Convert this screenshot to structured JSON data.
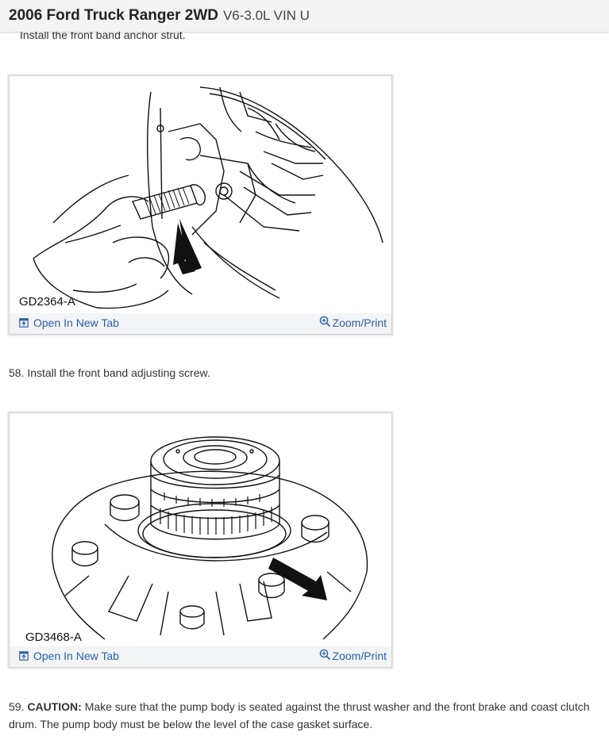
{
  "header": {
    "title": "2006 Ford Truck Ranger 2WD",
    "subtitle": "V6-3.0L VIN U"
  },
  "steps": {
    "intro_text": "Install the front band anchor strut.",
    "step58": "58. Install the front band adjusting screw.",
    "step59_number": "59.",
    "step59_caution": "CAUTION:",
    "step59_text": "Make sure that the pump body is seated against the thrust washer and the front brake and coast clutch drum. The pump body must be below the level of the case gasket surface."
  },
  "figures": [
    {
      "label": "GD2364-A",
      "open_label": "Open In New Tab",
      "zoom_label": "Zoom/Print"
    },
    {
      "label": "GD3468-A",
      "open_label": "Open In New Tab",
      "zoom_label": "Zoom/Print"
    }
  ],
  "colors": {
    "link": "#2a5fa5",
    "header_bg": "#f3f3f3",
    "footer_bg": "#f3f4f6"
  },
  "icons": {
    "open": "open-in-new-tab-icon",
    "zoom": "zoom-in-icon"
  }
}
